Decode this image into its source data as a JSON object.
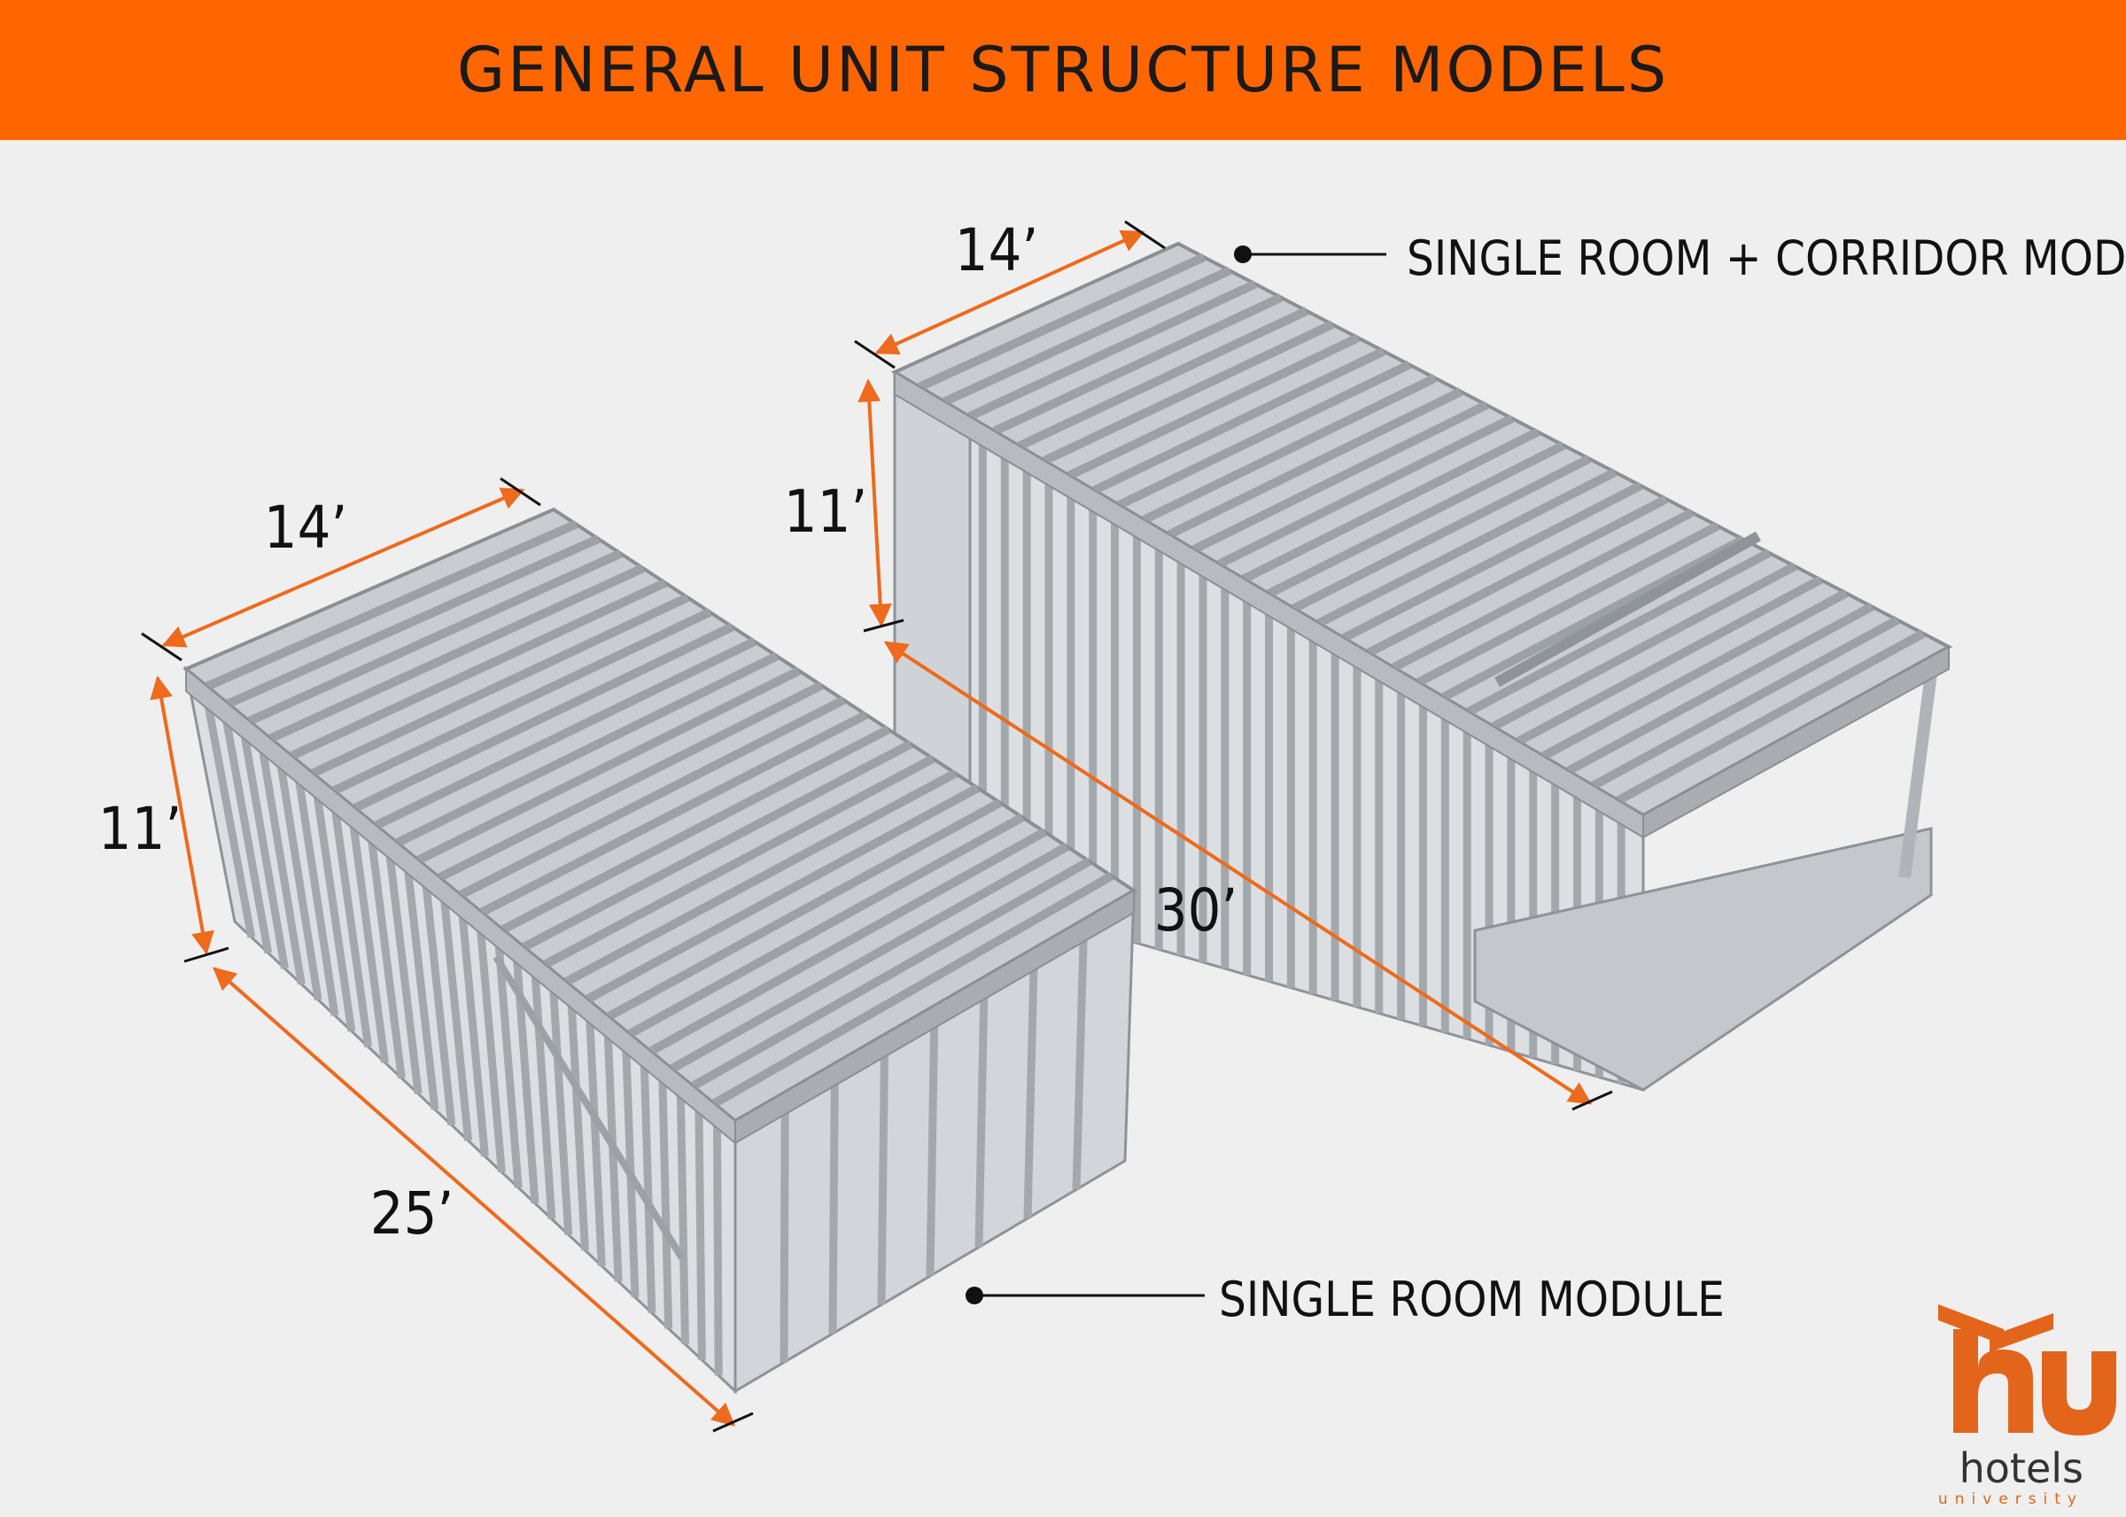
{
  "title": "GENERAL UNIT STRUCTURE MODELS",
  "colors": {
    "accent": "#ff6600",
    "dimension_line": "#ee6a1c",
    "steel": "#b5b9bd",
    "background": "#efefef"
  },
  "single_room_module": {
    "label": "SINGLE ROOM MODULE",
    "width": "14’",
    "height": "11’",
    "length": "25’"
  },
  "corridor_module": {
    "label": "SINGLE ROOM + CORRIDOR MODULE",
    "width": "14’",
    "height": "11’",
    "length": "30’"
  },
  "logo": {
    "brand": "hotels",
    "subtitle": "university",
    "icon": "hu-monogram-icon"
  }
}
